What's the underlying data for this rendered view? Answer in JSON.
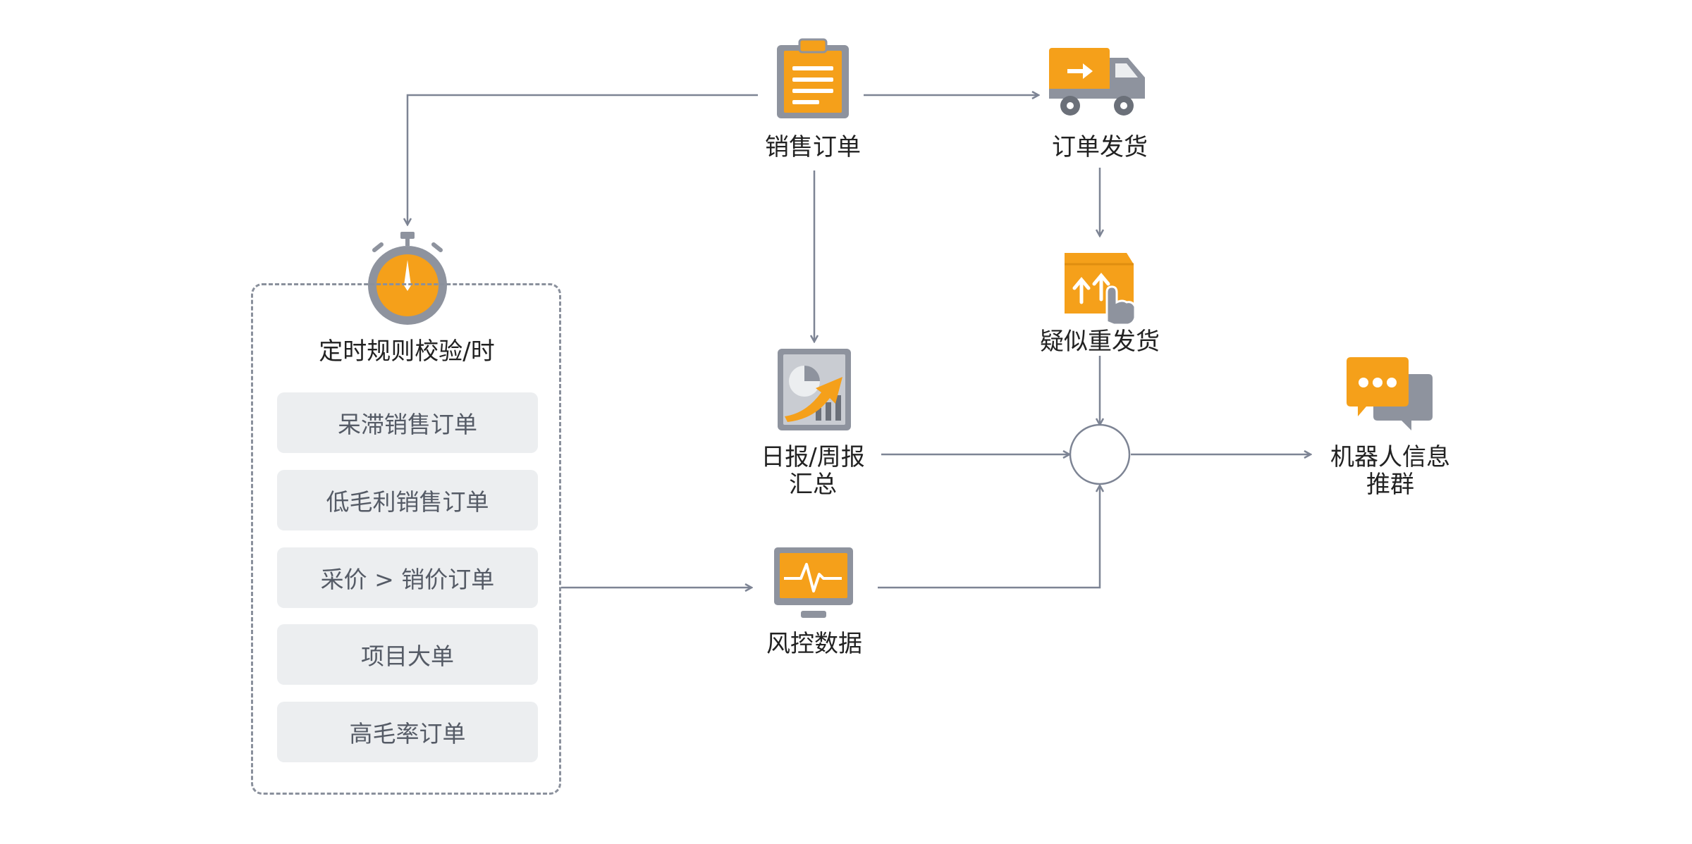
{
  "nodes": {
    "sales_order": "销售订单",
    "order_shipping": "订单发货",
    "suspected_duplicate": "疑似重发货",
    "timed_check": "定时规则校验/时",
    "report_line1": "日报/周报",
    "report_line2": "汇总",
    "risk_data": "风控数据",
    "robot_line1": "机器人信息",
    "robot_line2": "推群"
  },
  "rules": [
    "呆滞销售订单",
    "低毛利销售订单",
    "采价 > 销价订单",
    "项目大单",
    "高毛率订单"
  ],
  "icons": {
    "sales_order": "clipboard-icon",
    "order_shipping": "truck-icon",
    "suspected_duplicate": "box-with-hand-icon",
    "timed_check": "stopwatch-icon",
    "report": "report-chart-icon",
    "risk_data": "monitor-pulse-icon",
    "robot": "chat-bubbles-icon"
  },
  "colors": {
    "accent": "#F5A01A",
    "icon_gray": "#8E939E",
    "line": "#7D8494",
    "item_bg": "#ECEEF0"
  }
}
